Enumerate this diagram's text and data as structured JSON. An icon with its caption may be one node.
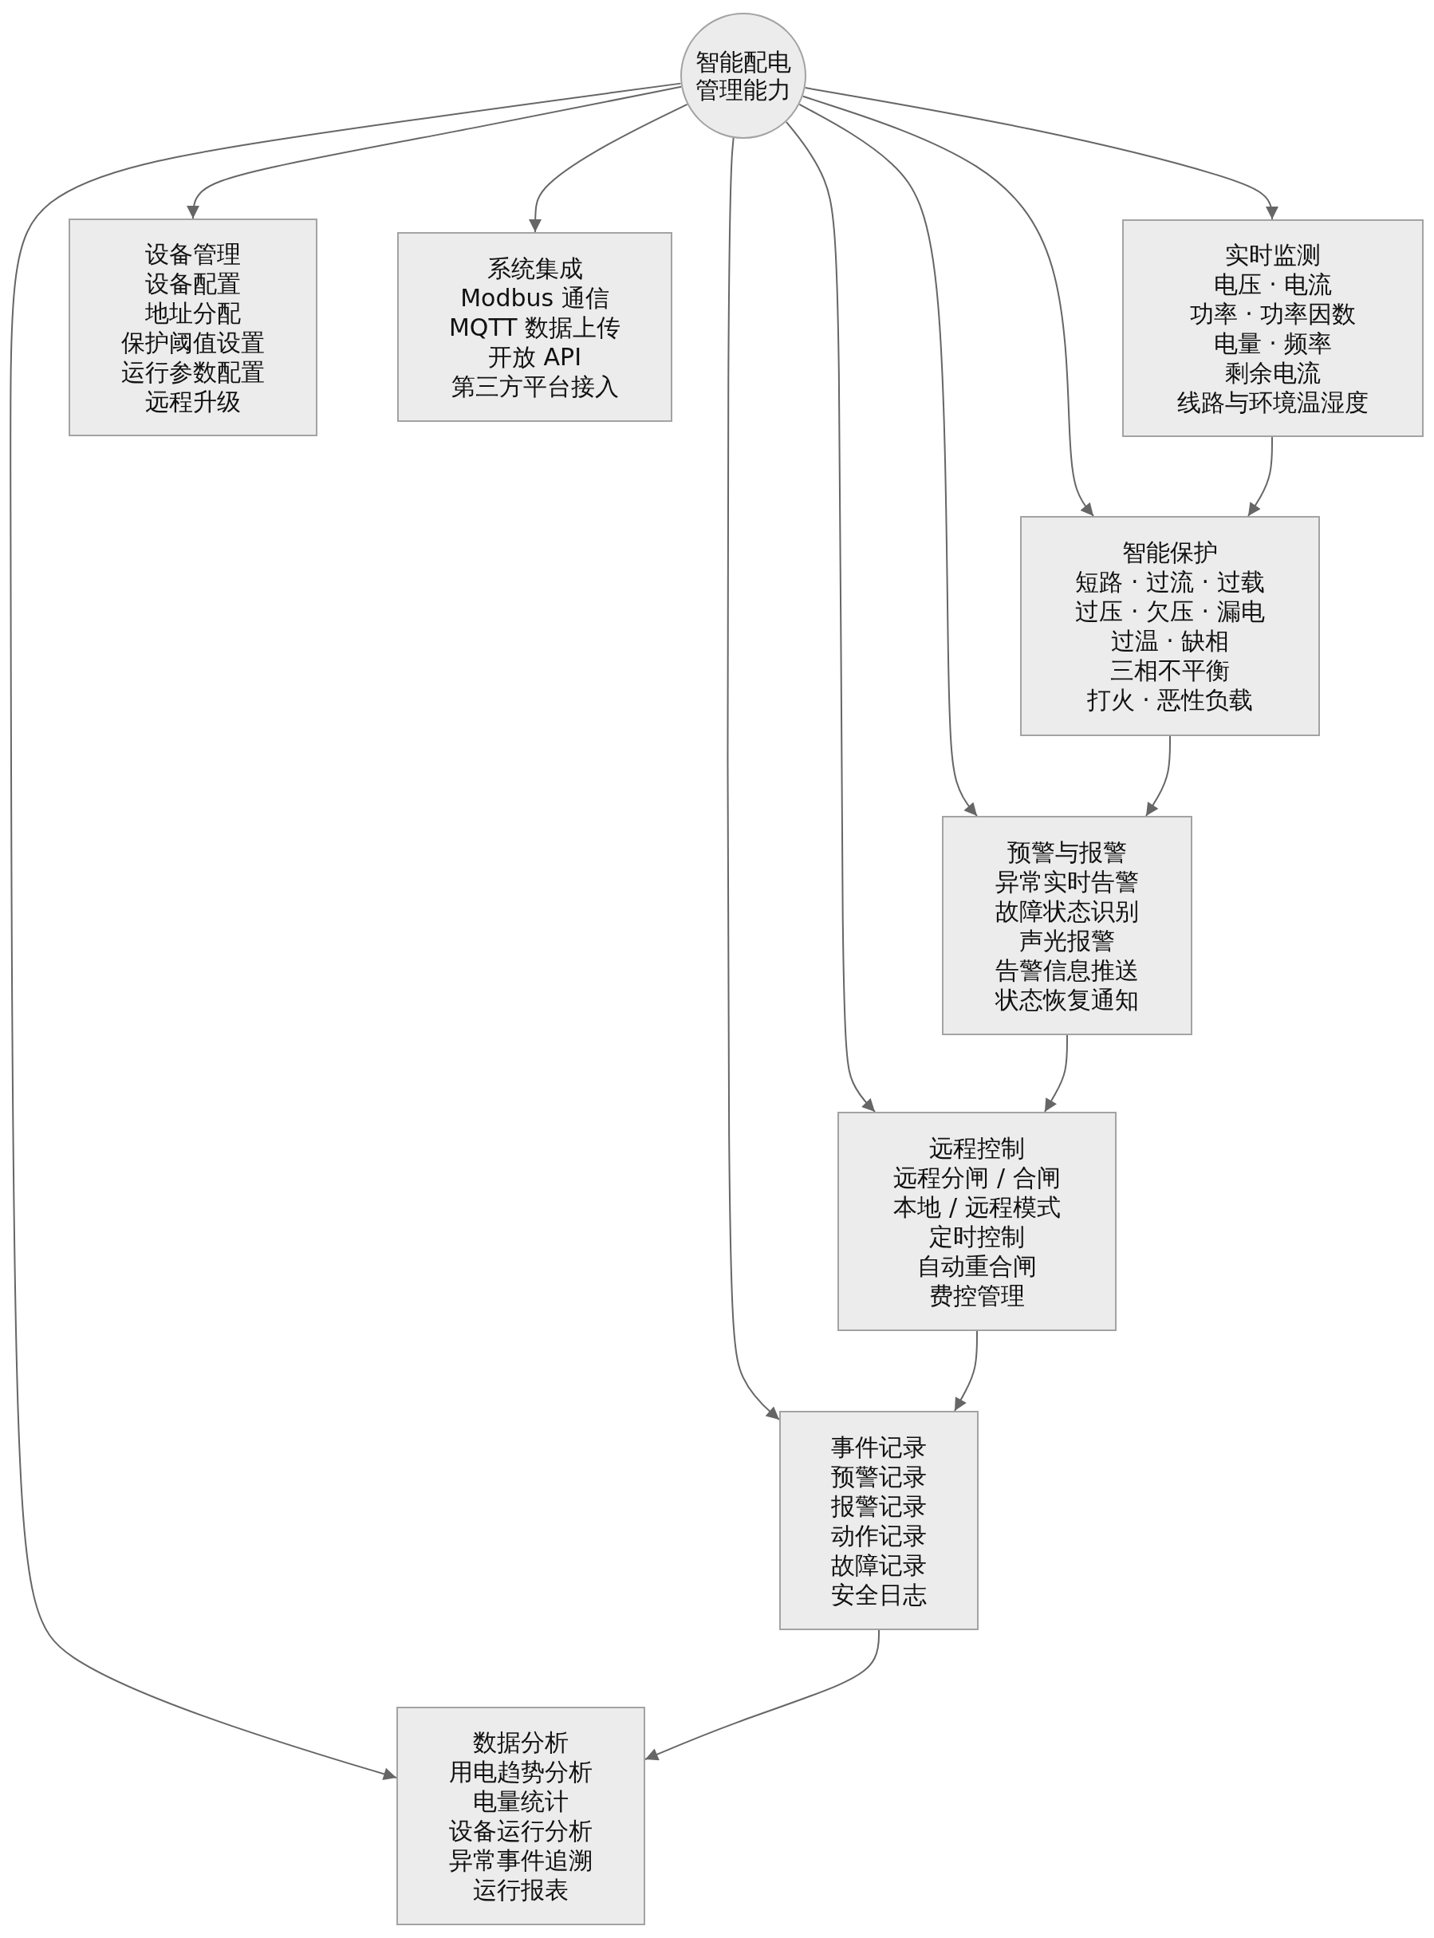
{
  "diagram": {
    "nodes": [
      {
        "text": [
          "智能配电管理能力"
        ]
      },
      {
        "text": [
          "设备管理",
          "设备配置",
          "地址分配",
          "保护阈值设置",
          "运行参数配置",
          "远程升级"
        ]
      },
      {
        "text": [
          "系统集成",
          "Modbus 通信",
          "MQTT 数据上传",
          "开放 API",
          "第三方平台接入"
        ]
      },
      {
        "text": [
          "实时监测",
          "电压 · 电流",
          "功率 · 功率因数",
          "电量 · 频率",
          "剩余电流",
          "线路与环境温湿度"
        ]
      },
      {
        "text": [
          "智能保护",
          "短路 · 过流 · 过载",
          "过压 · 欠压 · 漏电",
          "过温 · 缺相",
          "三相不平衡",
          "打火 · 恶性负载"
        ]
      },
      {
        "text": [
          "预警与报警",
          "异常实时告警",
          "故障状态识别",
          "声光报警",
          "告警信息推送",
          "状态恢复通知"
        ]
      },
      {
        "text": [
          "远程控制",
          "远程分闸 / 合闸",
          "本地 / 远程模式",
          "定时控制",
          "自动重合闸",
          "费控管理"
        ]
      },
      {
        "text": [
          "事件记录",
          "预警记录",
          "报警记录",
          "动作记录",
          "故障记录",
          "安全日志"
        ]
      },
      {
        "text": [
          "数据分析",
          "用电趋势分析",
          "电量统计",
          "设备运行分析",
          "异常事件追溯",
          "运行报表"
        ]
      }
    ],
    "edges": [
      {
        "from": 0,
        "to": 1,
        "arrow": "to"
      },
      {
        "from": 0,
        "to": 2,
        "arrow": "to"
      },
      {
        "from": 0,
        "to": 3,
        "arrow": "to"
      },
      {
        "from": 0,
        "to": 4,
        "arrow": "to"
      },
      {
        "from": 0,
        "to": 5,
        "arrow": "to"
      },
      {
        "from": 0,
        "to": 6,
        "arrow": "to"
      },
      {
        "from": 0,
        "to": 7,
        "arrow": "to"
      },
      {
        "from": 0,
        "to": 8,
        "arrow": "to"
      },
      {
        "from": 3,
        "to": 4,
        "arrow": "to"
      },
      {
        "from": 4,
        "to": 5,
        "arrow": "to"
      },
      {
        "from": 5,
        "to": 6,
        "arrow": "to"
      },
      {
        "from": 6,
        "to": 7,
        "arrow": "to"
      },
      {
        "from": 7,
        "to": 8,
        "arrow": "to"
      }
    ]
  }
}
